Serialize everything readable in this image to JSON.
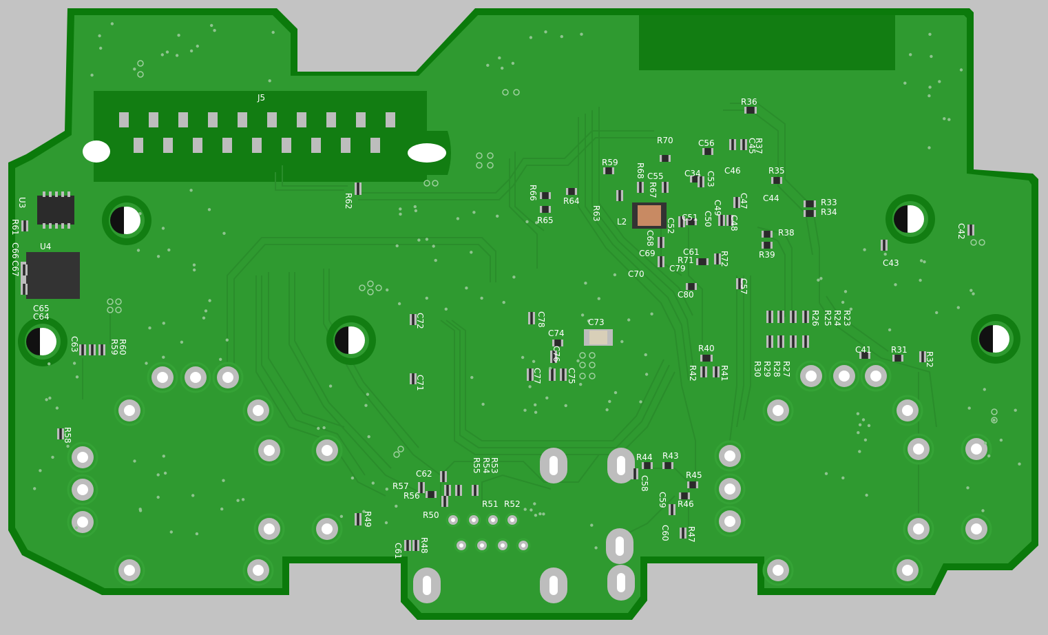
{
  "board": {
    "colors": {
      "background": "#c3c3c3",
      "outline": "#0b7a0b",
      "copper": "#2f9a30",
      "trace": "#2a8d2b",
      "pour": "#127d12",
      "pad": "#bdbdbd",
      "hole": "#ffffff",
      "silk": "#ffffff",
      "chip": "#333333",
      "inductor": "#c88a63"
    }
  },
  "labels": [
    {
      "id": "J5",
      "text": "J5"
    },
    {
      "id": "U3",
      "text": "U3"
    },
    {
      "id": "U4",
      "text": "U4"
    },
    {
      "id": "R61",
      "text": "R61"
    },
    {
      "id": "C66",
      "text": "C66"
    },
    {
      "id": "C67",
      "text": "C67"
    },
    {
      "id": "C65",
      "text": "C65"
    },
    {
      "id": "C64",
      "text": "C64"
    },
    {
      "id": "C63",
      "text": "C63"
    },
    {
      "id": "R59",
      "text": "R59"
    },
    {
      "id": "R60",
      "text": "R60"
    },
    {
      "id": "R58",
      "text": "R58"
    },
    {
      "id": "R62",
      "text": "R62"
    },
    {
      "id": "R66",
      "text": "R66"
    },
    {
      "id": "R65",
      "text": "R65"
    },
    {
      "id": "R64",
      "text": "R64"
    },
    {
      "id": "R63",
      "text": "R63"
    },
    {
      "id": "R59b",
      "text": "R59"
    },
    {
      "id": "R68",
      "text": "R68"
    },
    {
      "id": "R67",
      "text": "R67"
    },
    {
      "id": "C55",
      "text": "C55"
    },
    {
      "id": "R70",
      "text": "R70"
    },
    {
      "id": "C56",
      "text": "C56"
    },
    {
      "id": "C34",
      "text": "C34"
    },
    {
      "id": "C53",
      "text": "C53"
    },
    {
      "id": "C46",
      "text": "C46"
    },
    {
      "id": "C45",
      "text": "C45"
    },
    {
      "id": "R37",
      "text": "R37"
    },
    {
      "id": "R36",
      "text": "R36"
    },
    {
      "id": "R35",
      "text": "R35"
    },
    {
      "id": "C44",
      "text": "C44"
    },
    {
      "id": "R33",
      "text": "R33"
    },
    {
      "id": "R34",
      "text": "R34"
    },
    {
      "id": "C47",
      "text": "C47"
    },
    {
      "id": "C49",
      "text": "C49"
    },
    {
      "id": "C48",
      "text": "C48"
    },
    {
      "id": "C50",
      "text": "C50"
    },
    {
      "id": "C51",
      "text": "C51"
    },
    {
      "id": "C52",
      "text": "C52"
    },
    {
      "id": "L2",
      "text": "L2"
    },
    {
      "id": "C68",
      "text": "C68"
    },
    {
      "id": "C69",
      "text": "C69"
    },
    {
      "id": "C70",
      "text": "C70"
    },
    {
      "id": "C61a",
      "text": "C61"
    },
    {
      "id": "R71",
      "text": "R71"
    },
    {
      "id": "C79",
      "text": "C79"
    },
    {
      "id": "R72",
      "text": "R72"
    },
    {
      "id": "C80",
      "text": "C80"
    },
    {
      "id": "C57",
      "text": "C57"
    },
    {
      "id": "R38",
      "text": "R38"
    },
    {
      "id": "R39",
      "text": "R39"
    },
    {
      "id": "C42",
      "text": "C42"
    },
    {
      "id": "C43",
      "text": "C43"
    },
    {
      "id": "R26",
      "text": "R26"
    },
    {
      "id": "R25",
      "text": "R25"
    },
    {
      "id": "R24",
      "text": "R24"
    },
    {
      "id": "R23",
      "text": "R23"
    },
    {
      "id": "R30",
      "text": "R30"
    },
    {
      "id": "R29",
      "text": "R29"
    },
    {
      "id": "R28",
      "text": "R28"
    },
    {
      "id": "R27",
      "text": "R27"
    },
    {
      "id": "C41",
      "text": "C41"
    },
    {
      "id": "R31",
      "text": "R31"
    },
    {
      "id": "R32",
      "text": "R32"
    },
    {
      "id": "R40",
      "text": "R40"
    },
    {
      "id": "R42",
      "text": "R42"
    },
    {
      "id": "R41",
      "text": "R41"
    },
    {
      "id": "C72",
      "text": "C72"
    },
    {
      "id": "C71",
      "text": "C71"
    },
    {
      "id": "C78",
      "text": "C78"
    },
    {
      "id": "C73",
      "text": "C73"
    },
    {
      "id": "C74",
      "text": "C74"
    },
    {
      "id": "C76",
      "text": "C76"
    },
    {
      "id": "C77",
      "text": "C77"
    },
    {
      "id": "C75",
      "text": "C75"
    },
    {
      "id": "R44",
      "text": "R44"
    },
    {
      "id": "R43",
      "text": "R43"
    },
    {
      "id": "C58",
      "text": "C58"
    },
    {
      "id": "R45",
      "text": "R45"
    },
    {
      "id": "R46",
      "text": "R46"
    },
    {
      "id": "C59",
      "text": "C59"
    },
    {
      "id": "C60",
      "text": "C60"
    },
    {
      "id": "R47",
      "text": "R47"
    },
    {
      "id": "C62",
      "text": "C62"
    },
    {
      "id": "R53",
      "text": "R53"
    },
    {
      "id": "R54",
      "text": "R54"
    },
    {
      "id": "R55",
      "text": "R55"
    },
    {
      "id": "R57",
      "text": "R57"
    },
    {
      "id": "R56",
      "text": "R56"
    },
    {
      "id": "R50",
      "text": "R50"
    },
    {
      "id": "R51",
      "text": "R51"
    },
    {
      "id": "R52",
      "text": "R52"
    },
    {
      "id": "R49",
      "text": "R49"
    },
    {
      "id": "C61b",
      "text": "C61"
    },
    {
      "id": "R48",
      "text": "R48"
    }
  ]
}
